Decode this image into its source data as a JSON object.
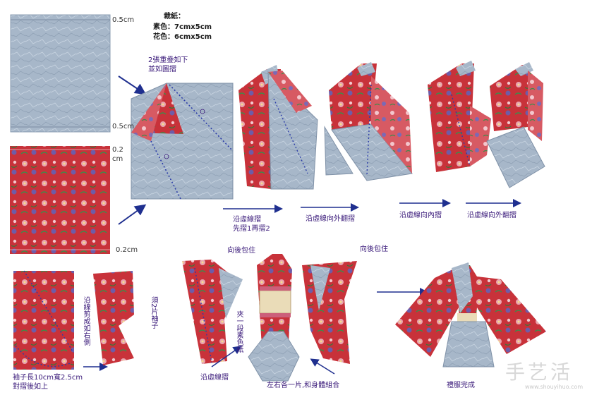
{
  "paper": {
    "title": "裁紙：",
    "plain_line": "素色：7cmx5cm",
    "pattern_line": "花色：6cmx5cm"
  },
  "measurements": {
    "m1": "0.5cm",
    "m2": "0.5cm",
    "m3": "0.2",
    "m3b": "cm",
    "m4": "0.2cm"
  },
  "steps": {
    "overlap_note_1": "2張重疊如下",
    "overlap_note_2": "並如圖摺",
    "fold_dotted_1": "沿虛線摺",
    "fold_dotted_2": "先摺1再摺2",
    "fold_out_1": "沿虛線向外翻摺",
    "fold_in": "沿虛線向內摺",
    "fold_out_2": "沿虛線向外翻摺",
    "sleeve_note_1": "袖子長10cm寬2.5cm",
    "sleeve_note_2": "對摺後如上",
    "cut_right": "沿線剪成如右側",
    "two_sleeves": "須2片袖子",
    "fold_dotted_3": "沿虛線摺",
    "wrap_back_1": "向後包住",
    "wrap_back_2": "向後包住",
    "sash_note": "夾一段素色紙",
    "combine_note": "左右各一片,和身體組合",
    "done": "禮服完成"
  },
  "watermark": {
    "brand": "手艺活",
    "url": "www.shouyihuo.com"
  },
  "colors": {
    "plain_blue": "#a7b7c9",
    "pattern_red": "#c8323a",
    "arrow": "#1f2f8f",
    "text": "#3a1a7a"
  }
}
